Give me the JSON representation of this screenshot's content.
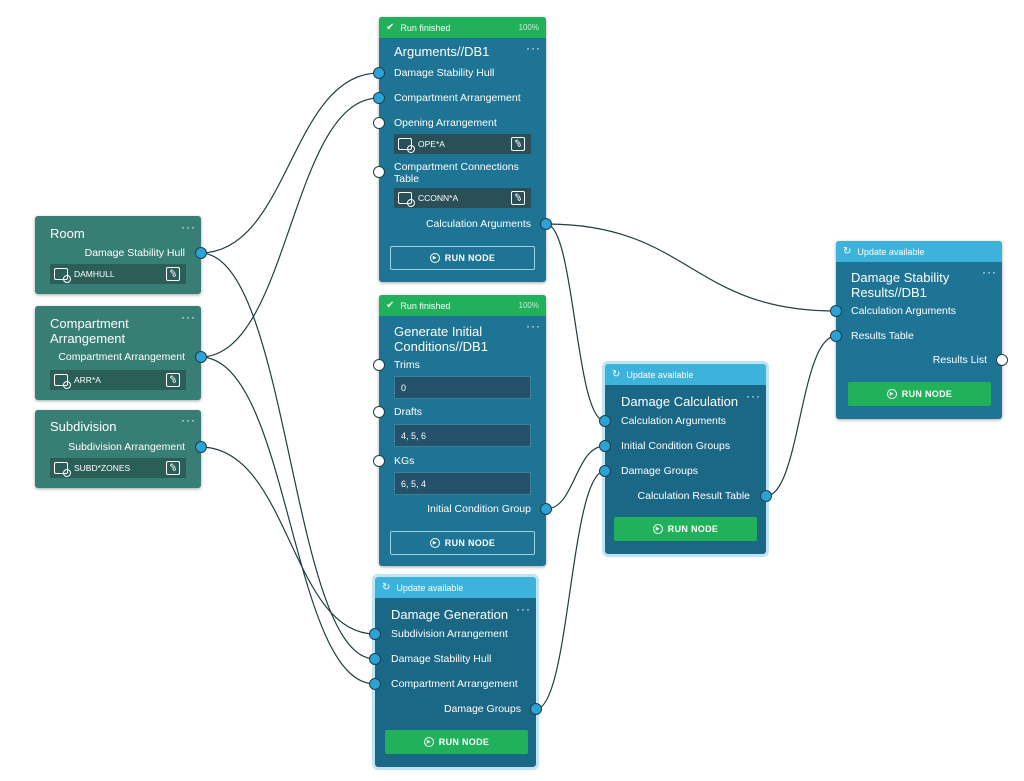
{
  "nodes": {
    "room": {
      "title": "Room",
      "menu": "···",
      "output": "Damage Stability Hull",
      "picker_value": "DAMHULL"
    },
    "compartment_arrangement": {
      "title": "Compartment Arrangement",
      "menu": "···",
      "output": "Compartment Arrangement",
      "picker_value": "ARR*A"
    },
    "subdivision": {
      "title": "Subdivision",
      "menu": "···",
      "output": "Subdivision Arrangement",
      "picker_value": "SUBD*ZONES"
    },
    "arguments": {
      "status": "Run finished",
      "progress": "100%",
      "title": "Arguments//DB1",
      "menu": "···",
      "input1": "Damage Stability Hull",
      "input2": "Compartment Arrangement",
      "input3": "Opening Arrangement",
      "picker1_value": "OPE*A",
      "input4": "Compartment Connections Table",
      "picker2_value": "CCONN*A",
      "output": "Calculation Arguments",
      "button": "RUN NODE"
    },
    "initial_conditions": {
      "status": "Run finished",
      "progress": "100%",
      "title": "Generate Initial Conditions//DB1",
      "menu": "···",
      "trims_label": "Trims",
      "trims_value": "0",
      "drafts_label": "Drafts",
      "drafts_value": "4, 5, 6",
      "kgs_label": "KGs",
      "kgs_value": "6, 5, 4",
      "output": "Initial Condition Group",
      "button": "RUN NODE"
    },
    "damage_generation": {
      "status": "Update available",
      "title": "Damage Generation",
      "menu": "···",
      "input1": "Subdivision Arrangement",
      "input2": "Damage Stability Hull",
      "input3": "Compartment Arrangement",
      "output": "Damage Groups",
      "button": "RUN NODE"
    },
    "damage_calculation": {
      "status": "Update available",
      "title": "Damage Calculation",
      "menu": "···",
      "input1": "Calculation Arguments",
      "input2": "Initial Condition Groups",
      "input3": "Damage Groups",
      "output": "Calculation Result Table",
      "button": "RUN NODE"
    },
    "results": {
      "status": "Update available",
      "title": "Damage Stability Results//DB1",
      "menu": "···",
      "input1": "Calculation Arguments",
      "input2": "Results Table",
      "output": "Results List",
      "button": "RUN NODE"
    }
  },
  "icons": {
    "status_done": "check-icon",
    "status_update": "update-icon",
    "picker": "select-source-icon",
    "dropdown": "chevron-down-icon",
    "edit": "edit-icon",
    "run": "play-circle-icon"
  },
  "colors": {
    "source_node": "#377f74",
    "calc_node": "#1e7495",
    "run_finished": "#20b15a",
    "update_available": "#3db3dc",
    "port_connected": "#2aa3d6",
    "wire": "#1f3d40"
  }
}
